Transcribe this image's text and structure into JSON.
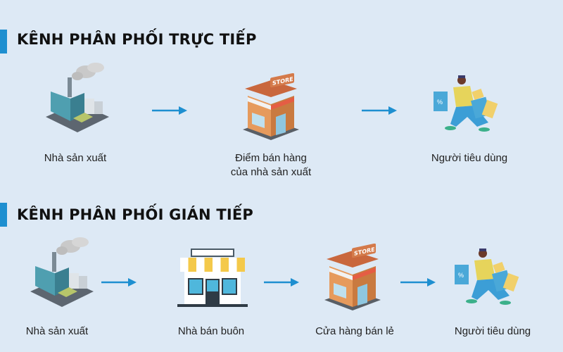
{
  "colors": {
    "background": "#dde9f5",
    "accent": "#1e8fd0",
    "arrow": "#1e8fd0"
  },
  "direct": {
    "title": "KÊNH PHÂN PHỐI TRỰC TIẾP",
    "steps": [
      {
        "label": "Nhà sản xuất",
        "icon": "factory-icon"
      },
      {
        "label": "Điểm bán hàng",
        "label2": "của nhà sản xuất",
        "icon": "store-icon"
      },
      {
        "label": "Người tiêu dùng",
        "icon": "shopper-icon"
      }
    ]
  },
  "indirect": {
    "title": "KÊNH PHÂN PHỐI GIÁN TIẾP",
    "steps": [
      {
        "label": "Nhà sản xuất",
        "icon": "factory-icon"
      },
      {
        "label": "Nhà bán buôn",
        "icon": "wholesaler-icon"
      },
      {
        "label": "Cửa hàng bán lẻ",
        "icon": "store-icon"
      },
      {
        "label": "Người tiêu dùng",
        "icon": "shopper-icon"
      }
    ]
  },
  "store_sign": "STORE"
}
